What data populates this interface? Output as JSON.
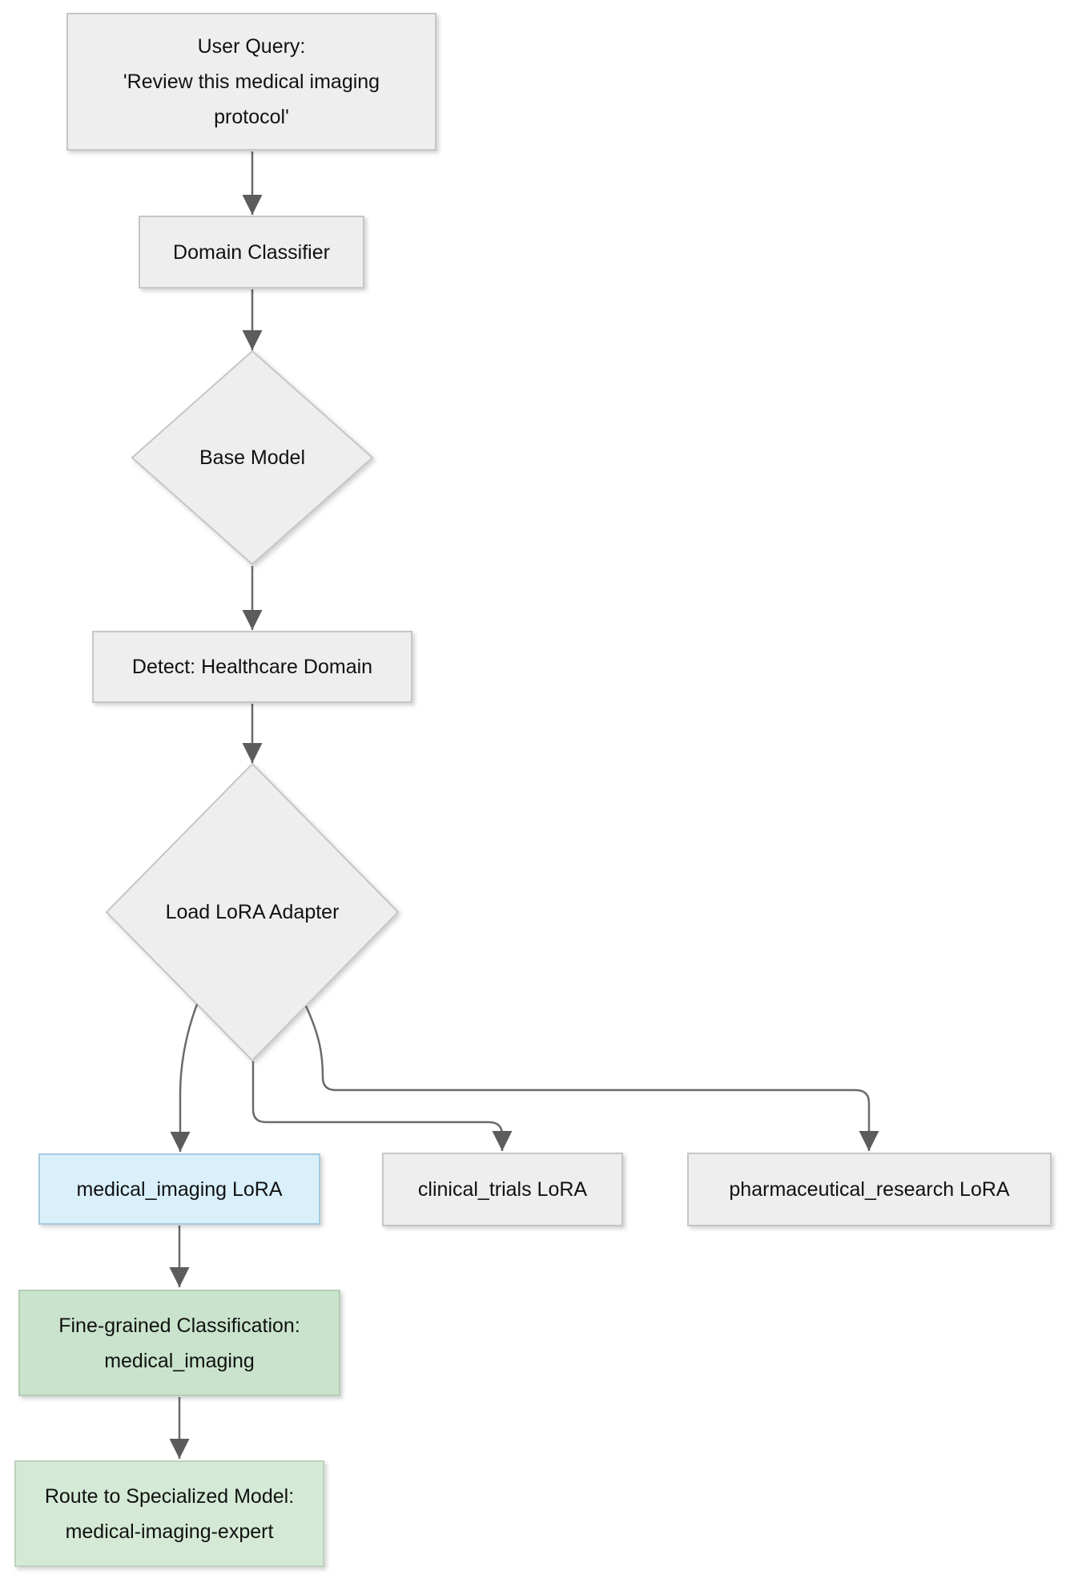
{
  "diagram": {
    "type": "flowchart",
    "direction": "top-down",
    "background": "#ffffff",
    "nodes": {
      "user_query": {
        "shape": "rectangle",
        "lines": [
          "User Query:",
          "'Review this medical imaging",
          "protocol'"
        ],
        "fill": "#eeeeee",
        "border": "#c6c6c6"
      },
      "domain_classifier": {
        "shape": "rectangle",
        "lines": [
          "Domain Classifier"
        ],
        "fill": "#eeeeee",
        "border": "#c6c6c6"
      },
      "base_model": {
        "shape": "diamond",
        "label": "Base Model",
        "fill": "#eeeeee",
        "border": "#c6c6c6"
      },
      "detect_domain": {
        "shape": "rectangle",
        "lines": [
          "Detect: Healthcare Domain"
        ],
        "fill": "#eeeeee",
        "border": "#c6c6c6"
      },
      "load_lora_adapter": {
        "shape": "diamond",
        "label": "Load LoRA Adapter",
        "fill": "#eeeeee",
        "border": "#c6c6c6"
      },
      "medical_imaging_lora": {
        "shape": "rectangle",
        "lines": [
          "medical_imaging LoRA"
        ],
        "fill": "#d9f0fb",
        "border": "#a7cade"
      },
      "clinical_trials_lora": {
        "shape": "rectangle",
        "lines": [
          "clinical_trials LoRA"
        ],
        "fill": "#eeeeee",
        "border": "#c6c6c6"
      },
      "pharmaceutical_research_lora": {
        "shape": "rectangle",
        "lines": [
          "pharmaceutical_research LoRA"
        ],
        "fill": "#eeeeee",
        "border": "#c6c6c6"
      },
      "fine_grained_classification": {
        "shape": "rectangle",
        "lines": [
          "Fine-grained Classification:",
          "medical_imaging"
        ],
        "fill": "#c9e3cc",
        "border": "#b4ccb6"
      },
      "route_specialized_model": {
        "shape": "rectangle",
        "lines": [
          "Route to Specialized Model:",
          "medical-imaging-expert"
        ],
        "fill": "#d4e9d6",
        "border": "#bdd3bf"
      }
    },
    "edges": [
      {
        "from": "user_query",
        "to": "domain_classifier"
      },
      {
        "from": "domain_classifier",
        "to": "base_model"
      },
      {
        "from": "base_model",
        "to": "detect_domain"
      },
      {
        "from": "detect_domain",
        "to": "load_lora_adapter"
      },
      {
        "from": "load_lora_adapter",
        "to": "medical_imaging_lora"
      },
      {
        "from": "load_lora_adapter",
        "to": "clinical_trials_lora"
      },
      {
        "from": "load_lora_adapter",
        "to": "pharmaceutical_research_lora"
      },
      {
        "from": "medical_imaging_lora",
        "to": "fine_grained_classification"
      },
      {
        "from": "fine_grained_classification",
        "to": "route_specialized_model"
      }
    ],
    "colors": {
      "edge_line": "#6b6b6b",
      "arrowhead": "#5c5c5c",
      "text": "#111111",
      "default_node_fill": "#eeeeee",
      "highlight_node_fill": "#d9f0fb",
      "classification_node_fill": "#c9e3cc",
      "route_node_fill": "#d4e9d6"
    }
  }
}
